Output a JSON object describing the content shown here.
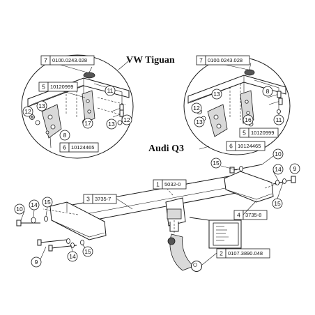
{
  "models": {
    "vw": "VW Tiguan",
    "audi": "Audi Q3"
  },
  "parts": {
    "p1": {
      "num": "1",
      "code": "5032-0"
    },
    "p2": {
      "num": "2",
      "code": "0107.3890.048"
    },
    "p3": {
      "num": "3",
      "code": "3735-7"
    },
    "p4": {
      "num": "4",
      "code": "3735-8"
    },
    "p5": {
      "num": "5",
      "code": "10120999"
    },
    "p6": {
      "num": "6",
      "code": "10124465"
    },
    "p7": {
      "num": "7",
      "code": "0100.0243.028"
    },
    "n8": "8",
    "n9": "9",
    "n10": "10",
    "n11": "11",
    "n12": "12",
    "n13": "13",
    "n14": "14",
    "n15": "15",
    "n16": "16",
    "n17": "17"
  },
  "colors": {
    "line": "#1a1a1a",
    "fill": "#ffffff",
    "shade": "#d9d9d9"
  }
}
